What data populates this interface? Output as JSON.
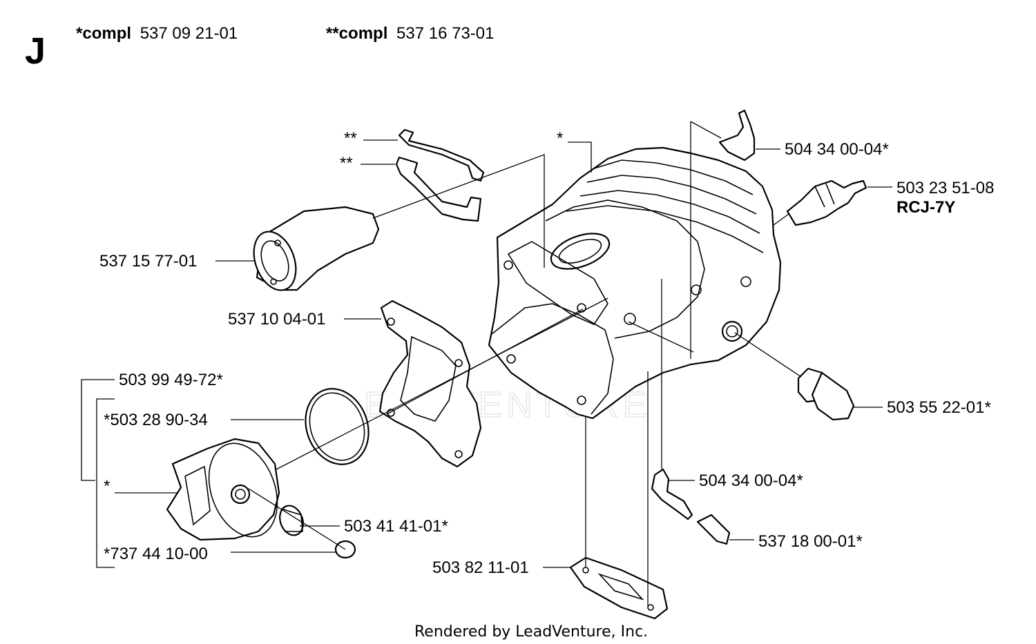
{
  "section_letter": "J",
  "header": {
    "compl1_prefix": "*compl",
    "compl1_number": "537 09 21-01",
    "compl2_prefix": "**compl",
    "compl2_number": "537 16 73-01"
  },
  "labels": {
    "bracket_upper": "**",
    "bracket_lower": "**",
    "cylinder": "*",
    "top_nipple": "504 34 00-04*",
    "spark_plug": "503 23 51-08",
    "spark_plug_type": "RCJ-7Y",
    "intake": "537 15 77-01",
    "gasket": "537 10 04-01",
    "piston_set": "503 99 49-72*",
    "piston_ring": "*503 28 90-34",
    "piston": "*",
    "circlip": "*737 44 10-00",
    "bearing": "503 41 41-01*",
    "plug": "503 55 22-01*",
    "lower_nipple": "504 34 00-04*",
    "hose": "537 18 00-01*",
    "muffler_gasket": "503 82 11-01"
  },
  "watermark": "LEADVENTURE",
  "footer": "Rendered by LeadVenture, Inc."
}
